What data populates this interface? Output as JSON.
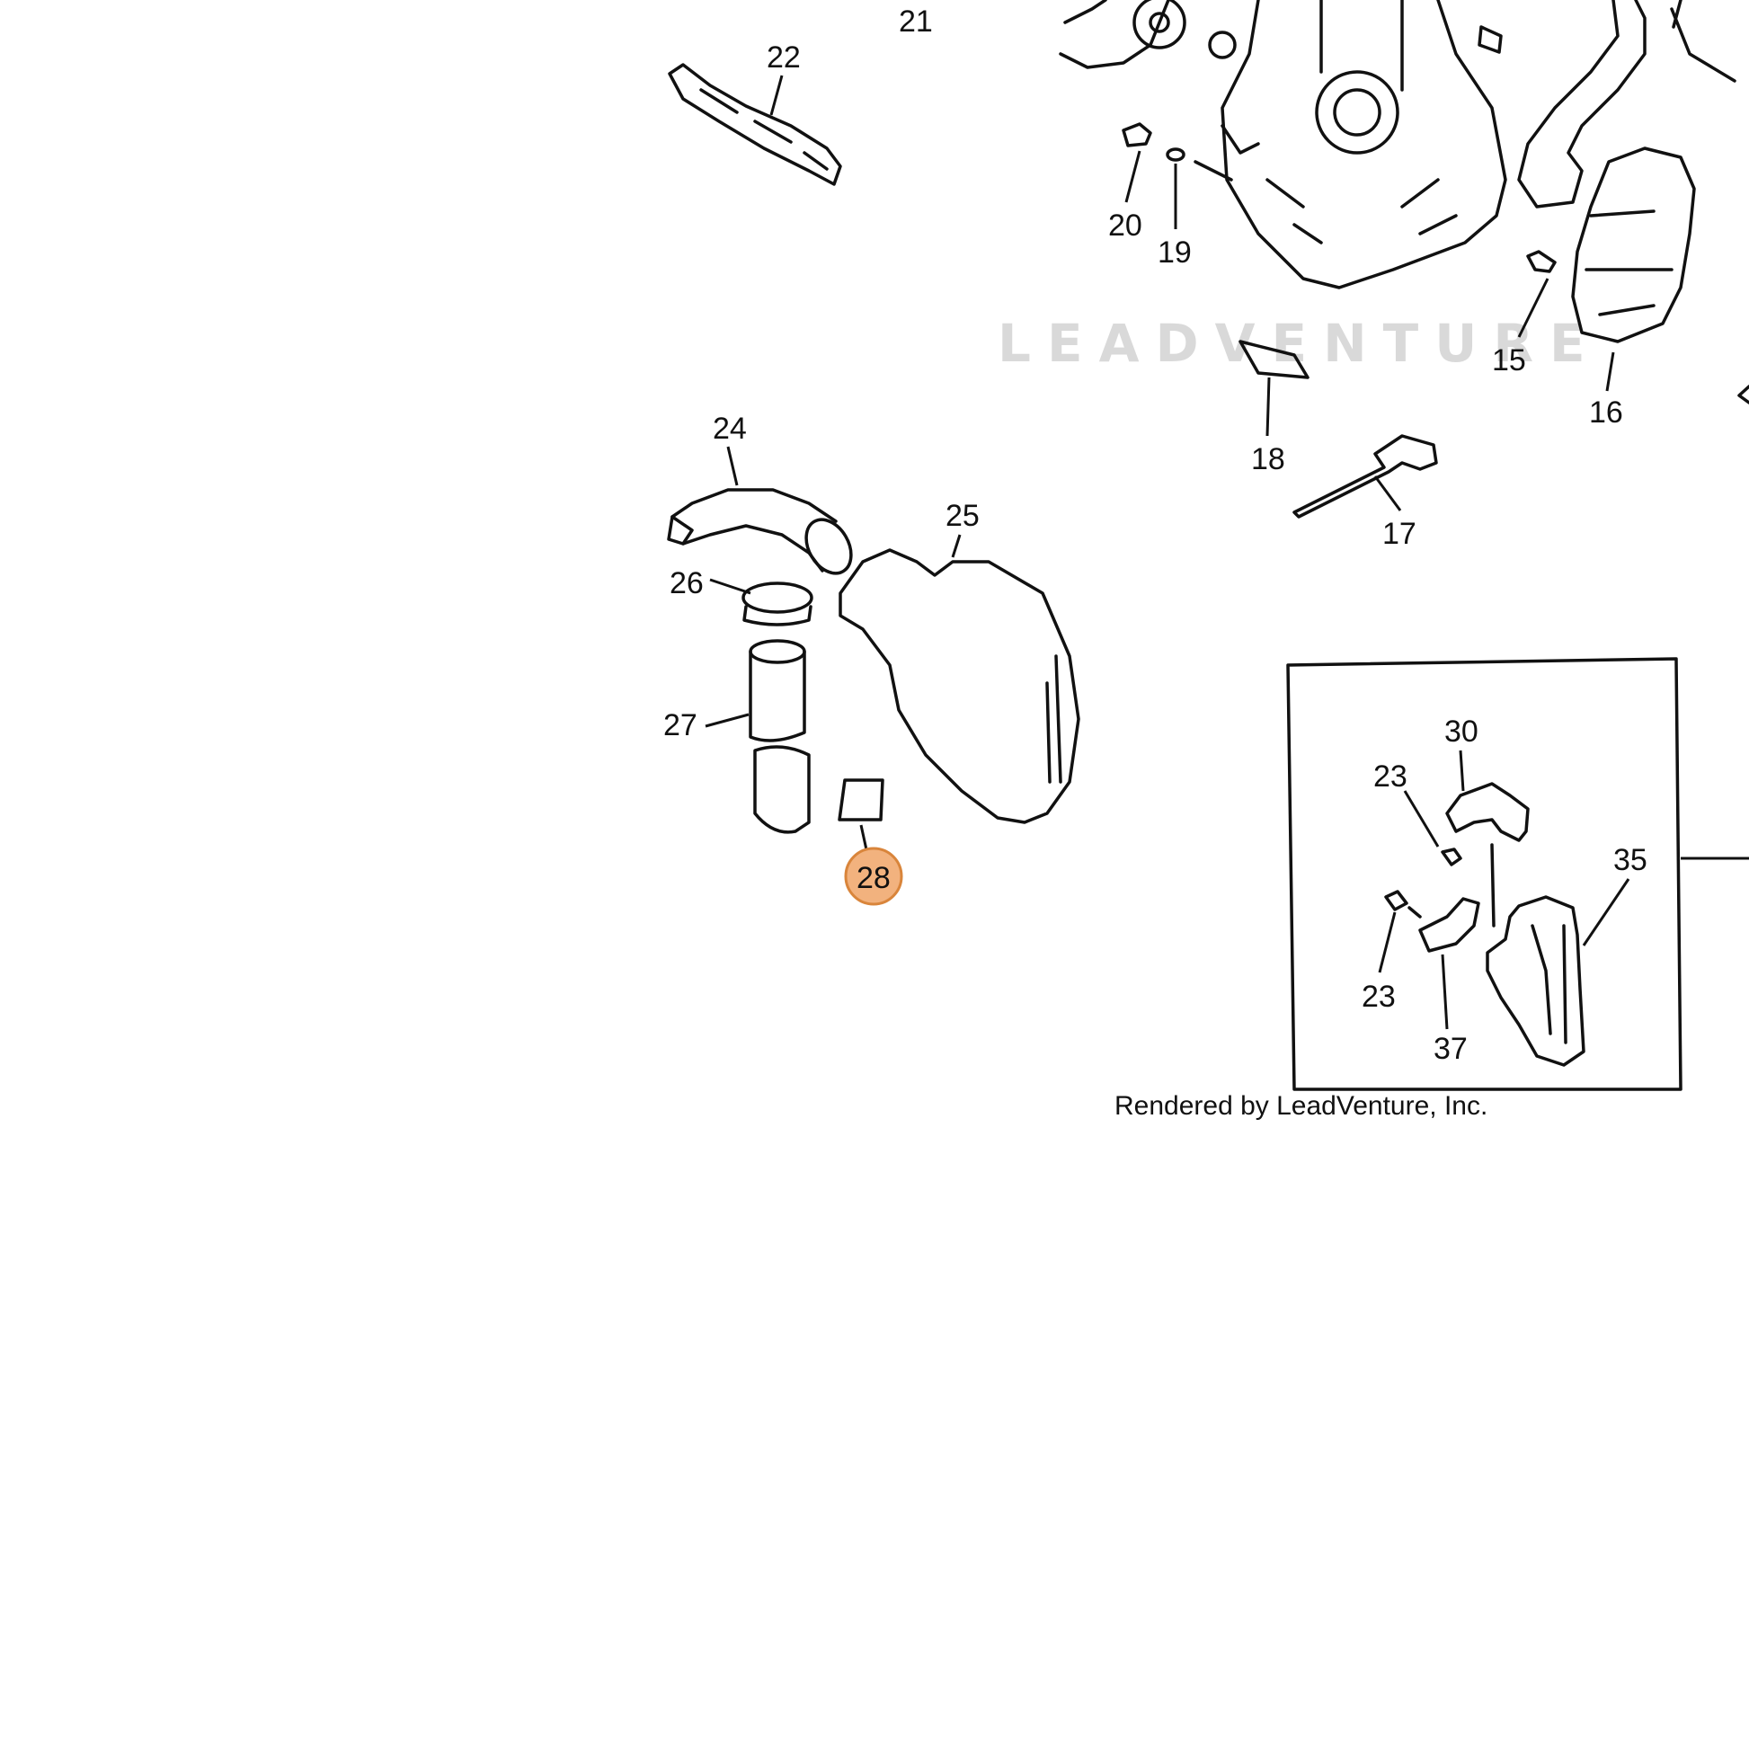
{
  "callouts": {
    "c15": "15",
    "c16": "16",
    "c17": "17",
    "c18": "18",
    "c19": "19",
    "c20": "20",
    "c21": "21",
    "c22": "22",
    "c23a": "23",
    "c23b": "23",
    "c24": "24",
    "c25": "25",
    "c26": "26",
    "c27": "27",
    "c28": "28",
    "c30": "30",
    "c35": "35",
    "c37": "37"
  },
  "highlight": {
    "label": "28",
    "color": "#f2b27e",
    "border": "#d9853b"
  },
  "watermark": "LEADVENTURE",
  "credit": "Rendered by LeadVenture, Inc."
}
